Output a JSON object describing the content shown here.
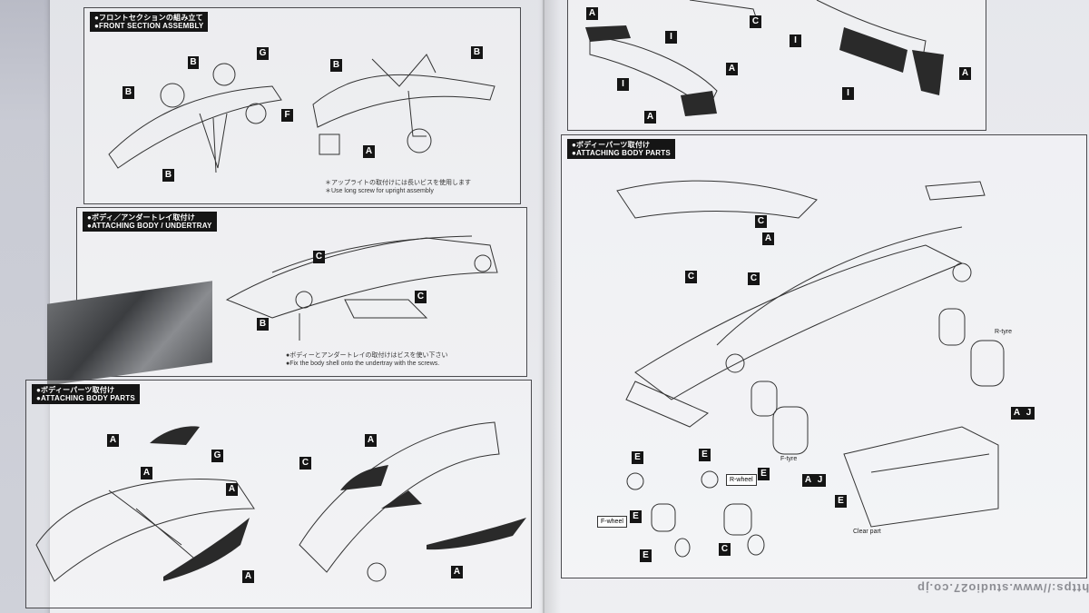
{
  "sections": {
    "front": {
      "jp": "●フロントセクションの組み立て",
      "en": "●FRONT SECTION ASSEMBLY",
      "note_jp": "＊アップライトの取付けには長いビスを使用します",
      "note_en": "＊Use long screw for upright assembly"
    },
    "undertray": {
      "jp": "●ボディ／アンダートレイ取付け",
      "en": "●ATTACHING BODY / UNDERTRAY",
      "note_jp": "●ボディーとアンダートレイの取付けはビスを使い下さい",
      "note_en": "●Fix the body shell onto the undertray with the screws."
    },
    "body_left": {
      "jp": "●ボディーパーツ取付け",
      "en": "●ATTACHING BODY PARTS"
    },
    "body_right": {
      "jp": "●ボディーパーツ取付け",
      "en": "●ATTACHING BODY PARTS"
    }
  },
  "labels": {
    "f_tyre": "F-tyre",
    "r_tyre": "R-tyre",
    "f_wheel": "F-wheel",
    "r_wheel": "R-wheel",
    "clear_part": "Clear part"
  },
  "url_text": "URL https://www.studio27.co.jp",
  "colors": {
    "page": "#e9e9ec",
    "ink": "#151515",
    "background": "#c8cad3"
  }
}
